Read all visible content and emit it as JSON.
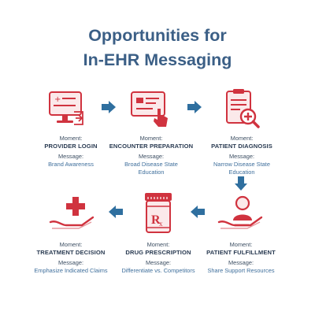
{
  "title": {
    "line1": "Opportunities for",
    "line2": "In-EHR Messaging"
  },
  "colors": {
    "title": "#3b5f86",
    "accent_red": "#d0333f",
    "arrow_blue": "#2f6f9f"
  },
  "labels": {
    "moment": "Moment:",
    "message": "Message:"
  },
  "steps": [
    {
      "moment": "PROVIDER LOGIN",
      "message": [
        "Brand Awareness"
      ],
      "icon": "login-screen-icon"
    },
    {
      "moment": "ENCOUNTER PREPARATION",
      "message": [
        "Broad Disease State",
        "Education"
      ],
      "icon": "screen-click-icon"
    },
    {
      "moment": "PATIENT DIAGNOSIS",
      "message": [
        "Narrow Disease State",
        "Education"
      ],
      "icon": "clipboard-search-icon"
    },
    {
      "moment": "PATIENT FULFILLMENT",
      "message": [
        "Share Support Resources"
      ],
      "icon": "hand-patient-icon"
    },
    {
      "moment": "DRUG PRESCRIPTION",
      "message": [
        "Differentiate vs. Competitors"
      ],
      "icon": "prescription-bottle-icon"
    },
    {
      "moment": "TREATMENT DECISION",
      "message": [
        "Emphasize Indicated Claims"
      ],
      "icon": "hand-cross-icon"
    }
  ]
}
